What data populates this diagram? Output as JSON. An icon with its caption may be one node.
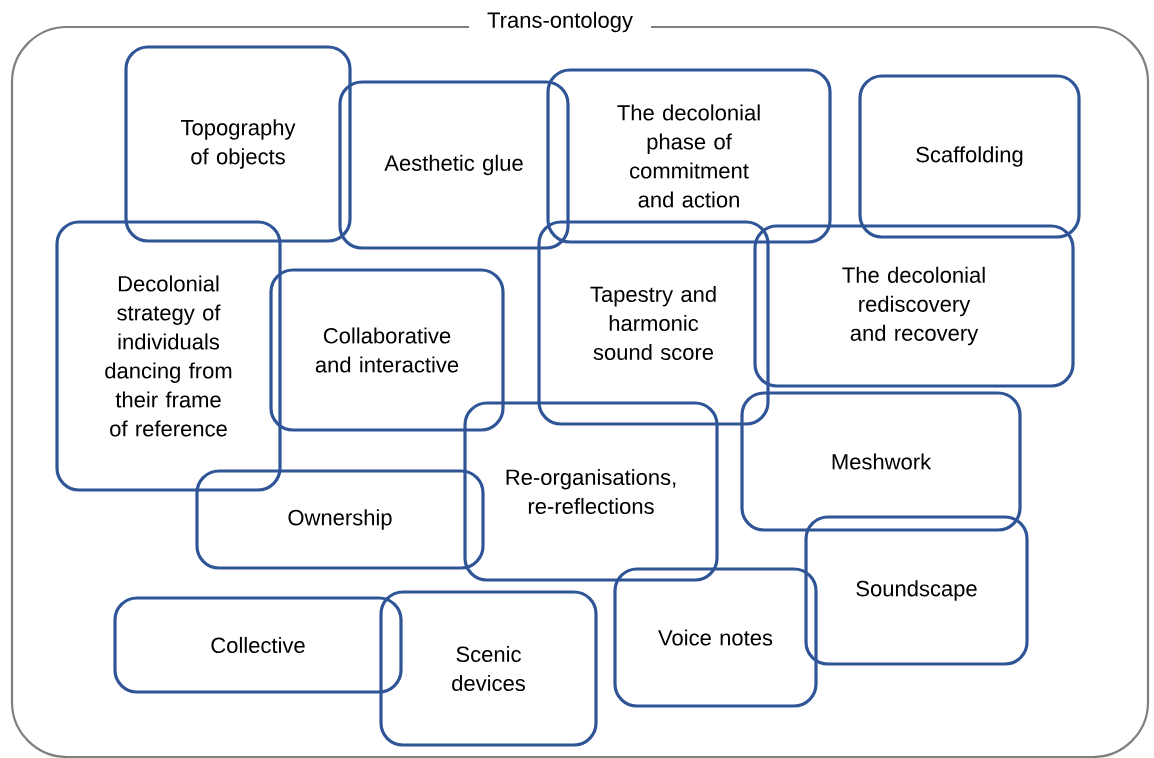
{
  "diagram": {
    "nodes": [
      {
        "text": [
          "Trans-ontology"
        ]
      },
      {
        "text": [
          "Topography of objects"
        ],
        "in": 0
      },
      {
        "text": [
          "Aesthetic glue"
        ],
        "in": 0
      },
      {
        "text": [
          "The decolonial phase of commitment and action"
        ],
        "in": 0
      },
      {
        "text": [
          "Scaffolding"
        ],
        "in": 0
      },
      {
        "text": [
          "Decolonial strategy of individuals dancing from their frame of reference"
        ],
        "in": 0
      },
      {
        "text": [
          "Collaborative and interactive"
        ],
        "in": 0
      },
      {
        "text": [
          "Tapestry and harmonic sound score"
        ],
        "in": 0
      },
      {
        "text": [
          "The decolonial rediscovery and recovery"
        ],
        "in": 0
      },
      {
        "text": [
          "Re-organisations, re-reflections"
        ],
        "in": 0
      },
      {
        "text": [
          "Meshwork"
        ],
        "in": 0
      },
      {
        "text": [
          "Ownership"
        ],
        "in": 0
      },
      {
        "text": [
          "Soundscape"
        ],
        "in": 0
      },
      {
        "text": [
          "Collective"
        ],
        "in": 0
      },
      {
        "text": [
          "Scenic devices"
        ],
        "in": 0
      },
      {
        "text": [
          "Voice notes"
        ],
        "in": 0
      }
    ]
  }
}
